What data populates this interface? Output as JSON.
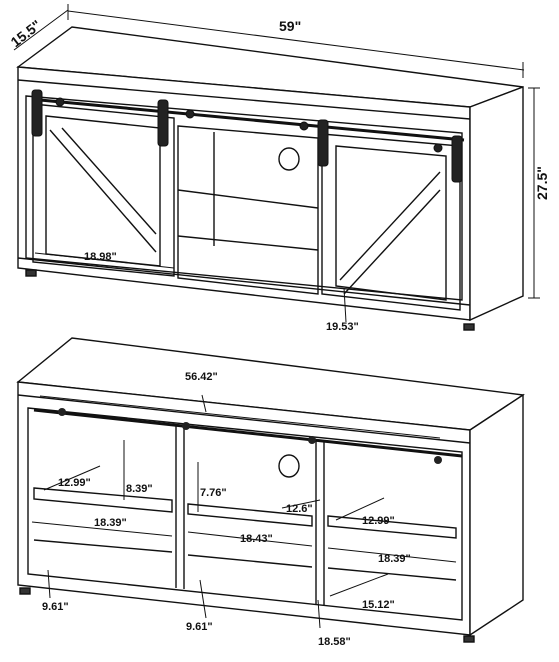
{
  "diagram": {
    "top_view": {
      "depth": "15.5\"",
      "width": "59\"",
      "height": "27.5\"",
      "door_width": "18.98\"",
      "opening_width": "19.53\""
    },
    "bottom_view": {
      "top_width": "56.42\"",
      "left_shelf_depth": "12.99\"",
      "left_upper_height": "8.39\"",
      "left_shelf_width": "18.39\"",
      "left_lower_height": "9.61\"",
      "center_upper_height": "7.76\"",
      "center_shelf_depth": "12.6\"",
      "center_shelf_width": "18.43\"",
      "center_lower_height": "9.61\"",
      "right_shelf_depth": "12.99\"",
      "right_shelf_width": "18.39\"",
      "right_lower_depth": "15.12\"",
      "right_lower_height": "18.58\""
    }
  }
}
